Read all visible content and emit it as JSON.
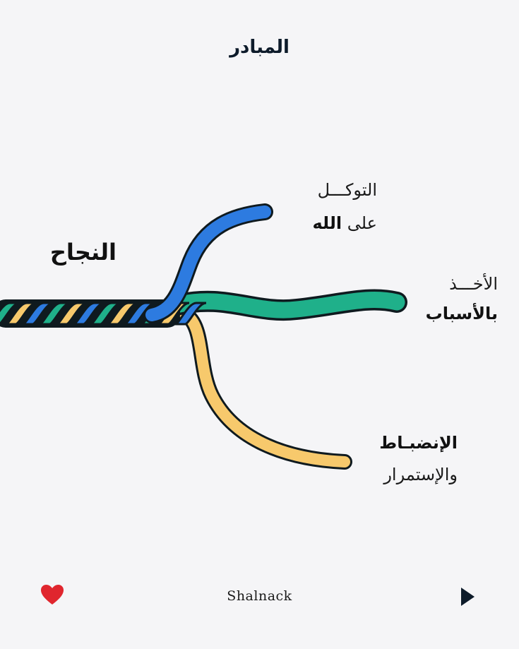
{
  "header": {
    "logo_text": "المبادر"
  },
  "diagram": {
    "center_label": "النجاح",
    "branches": [
      {
        "line1": "التوكـــل",
        "line2_light": "على ",
        "line2_bold": "الله",
        "color": "#2d7be0"
      },
      {
        "line1": "الأخـــذ",
        "line2_bold": "بالأسباب",
        "color": "#1fb08a"
      },
      {
        "line1_bold": "الإنضبـاط",
        "line2": "والإستمرار",
        "color": "#f7c96c"
      }
    ],
    "outline_color": "#0f1a1f"
  },
  "footer": {
    "brand": "Shalnack",
    "like_icon": "heart-icon",
    "next_icon": "play-icon",
    "heart_color": "#e0262e"
  }
}
